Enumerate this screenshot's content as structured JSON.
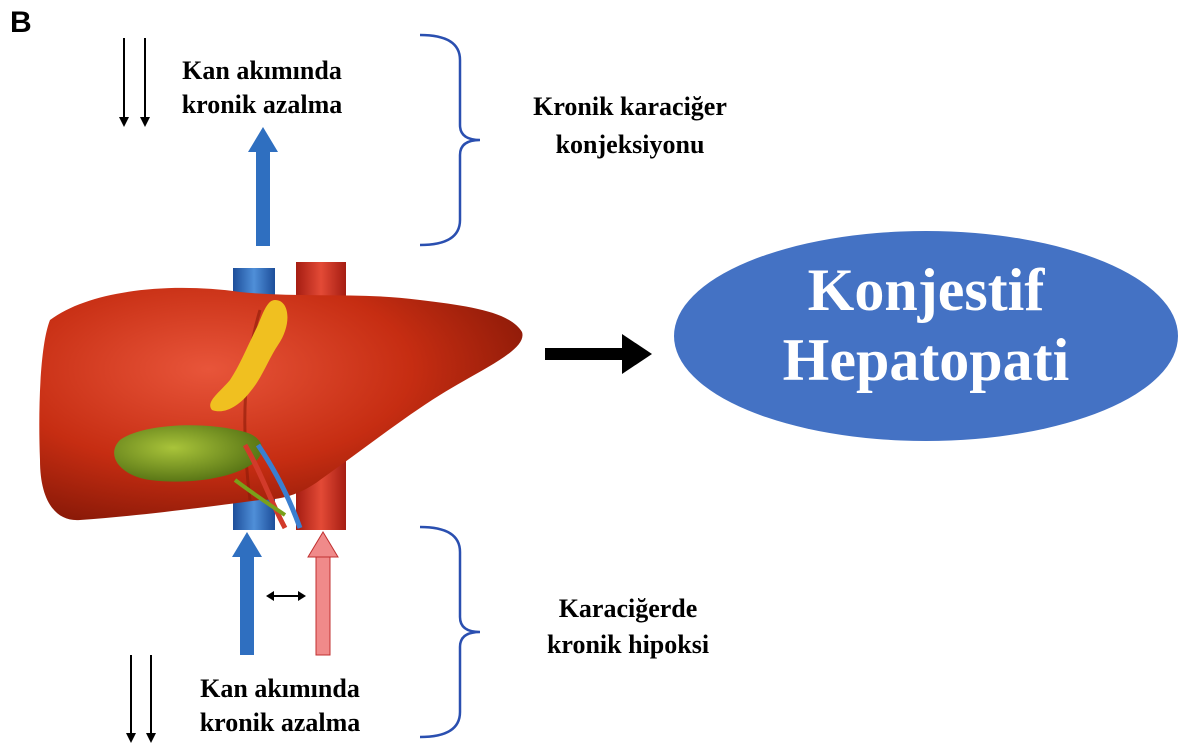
{
  "panel_label": "B",
  "top_flow": {
    "line1": "Kan akımında",
    "line2": "kronik azalma"
  },
  "top_bracket": {
    "line1": "Kronik karaciğer",
    "line2": "konjeksiyonu"
  },
  "bottom_flow": {
    "line1": "Kan akımında",
    "line2": "kronik azalma"
  },
  "bottom_bracket": {
    "line1": "Karaciğerde",
    "line2": "kronik hipoksi"
  },
  "result": {
    "line1": "Konjestif",
    "line2": "Hepatopati"
  },
  "colors": {
    "bracket": "#2a4fb0",
    "ellipse": "#4472c4",
    "ellipse_text": "#ffffff",
    "vein_arrow": "#2f6fc0",
    "artery_arrow": "#f08a8a",
    "liver": "#c62d12",
    "gallbladder": "#7a9a1a",
    "bile_duct": "#f0c020"
  }
}
